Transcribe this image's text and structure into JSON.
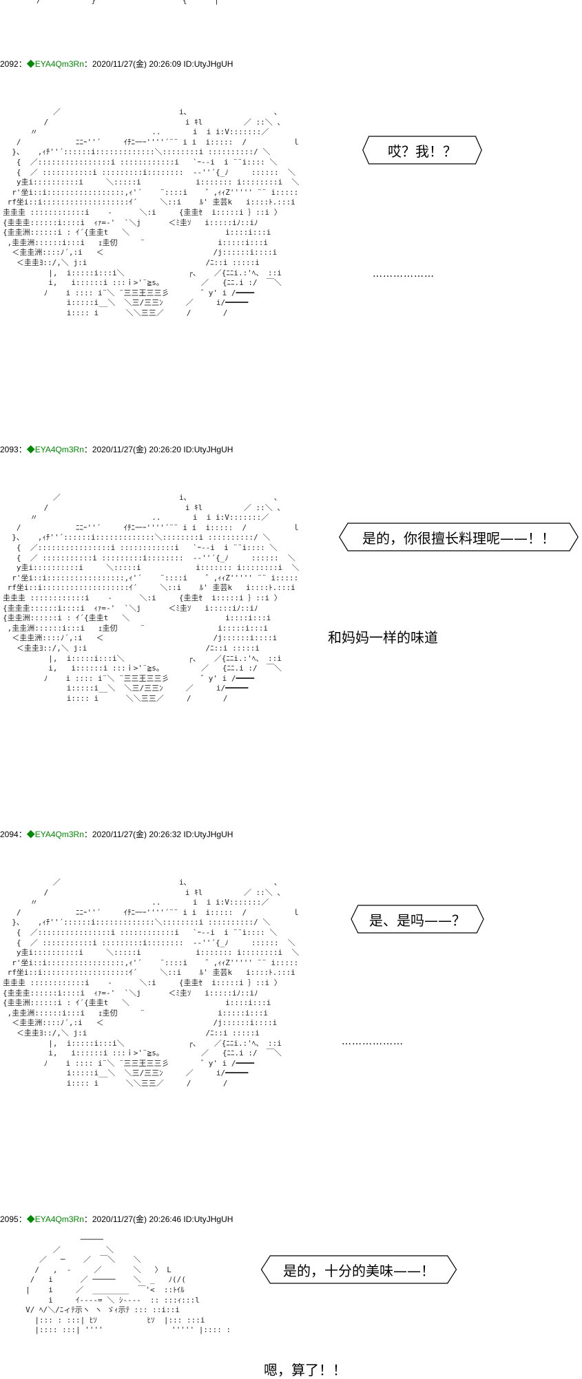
{
  "top_fragment": "        /           }                   {      |",
  "posts": [
    {
      "number": "2092",
      "sep": "：",
      "diamond": "◆",
      "trip": "EYA4Qm3Rn",
      "meta": "：2020/11/27(金) 20:26:09 ID:UtyJHgUH",
      "speech": "哎？我！？",
      "dots": "………………",
      "narration": ""
    },
    {
      "number": "2093",
      "sep": "：",
      "diamond": "◆",
      "trip": "EYA4Qm3Rn",
      "meta": "：2020/11/27(金) 20:26:20 ID:UtyJHgUH",
      "speech": "是的，你很擅长料理呢——！！",
      "dots": "",
      "narration": "和妈妈一样的味道"
    },
    {
      "number": "2094",
      "sep": "：",
      "diamond": "◆",
      "trip": "EYA4Qm3Rn",
      "meta": "：2020/11/27(金) 20:26:32 ID:UtyJHgUH",
      "speech": "是、是吗——？",
      "dots": "………………",
      "narration": ""
    },
    {
      "number": "2095",
      "sep": "：",
      "diamond": "◆",
      "trip": "EYA4Qm3Rn",
      "meta": "：2020/11/27(金) 20:26:46 ID:UtyJHgUH",
      "speech": "是的，十分的美味——！",
      "dots": "",
      "narration": "嗯，算了！！"
    }
  ],
  "art_face": "           ／                          i､                   ､\n         /                              i ｷl         ／ ::＼ 、\n      〃                         ..       i  i i:V:::::::／       、\n   /            ﾆﾆｰ''´     ｲﾁﾆ一ｰ''''´¨¨ i i  i:::::  /          ｌ\n  }、   ,ｨﾁ''´::::::i:::::::::::::＼::::::::i ::::::::::/ ＼         ｝\n   {  ／::::::::::::::::i ::::::::::::i   `ｰ--i  i ¨¨i:::: ＼       |\n   {  ／ :::::::::::i :::::::::i::::::::  --''´{_ﾉ     ::::::  ＼     |\n   y圭i::::::::::i     ＼:::::i            i::::::: i::::::::i  ＼_ ｝\n  r'坐i::i:::::::::::::::::,ｨ'´    ¨::::i    ゛,ｨｨZ''''' ¨¨ i:::::::i:::: ＼/\n rf坐i::i:::::::::::::::::::ｲ´     ＼::i    ﾙ' 圭芸k   i::::ﾄ.:::i ＼\n圭圭圭 ::::::::::::i    -      ＼:i     {圭圭ｾ  i:::::i ｝::i 〉\n{圭圭圭::::::i::::i  ｨｧ=‐'  `＼j      ＜ﾐ圭ｿ   i:::::iﾉ::iﾉ\n{圭圭洲::::::i : ｲ´{圭圭t   ＼                     i::::i:::i\n ,圭圭洲::::::i:::i   ｪ圭仞     ¨                i:::::i:::i\n  ＜圭圭洲::::ﾉ´,:i   ＜                        /j::::::i::::i\n   ＜圭圭ﾖ::/,＼ j:i                          /ﾆ::i :::::i\n          |,  i:::::i:::i＼              ┌、   ／{ﾆﾆi.:'ﾍ、 ::i\n          i,   i::::::i :::ｉ>'¨≧s｡         ／   {ﾆﾆ.i :/  ￣＼\n         ﾉ    i :::: i¨＼ ¨三三王三三彡       ゛y' i /━━━━\n              i:::::i__＼  ＼三/三三ﾝ     ／     i/━━━━━\n              i:::: i      ＼＼三三／     /       /",
  "art_bottom": "                 ─────\n           ／          ＼\n        ／   ─    ／  ￣＼    ＼\n       /   ,  -     ／       ＼   〉 L\n      /   i      ／ ─────    ＼  _   ﾉ(/(\n     |    i     ／  ________  ￣'<  ::ﾄｲﾙ\n          i     ｲ----= ＼ ｼ----  :: :::ｨ:::l\n     V/ ﾍ/＼/ﾆィﾃ示ヽ ヽ ゞｨ示ﾃ ::: ::i::i\n       |::: : :::| ﾋｿ           ﾋｿ  |::: :::i\n       |:::: :::| ''''               ''''' |:::: ::i"
}
